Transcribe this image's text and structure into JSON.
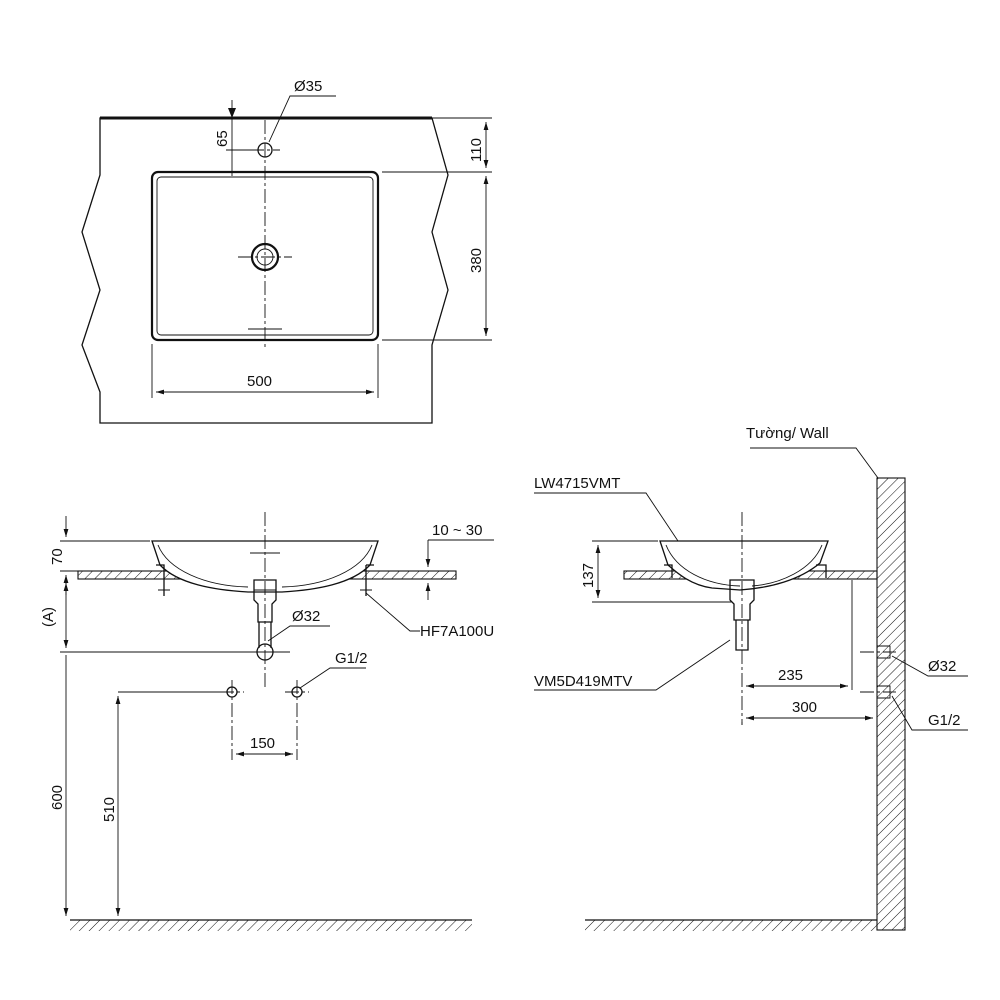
{
  "top_view": {
    "hole_diameter": "Ø35",
    "dim_hole_offset": "65",
    "dim_back_edge": "110",
    "dim_basin_depth": "380",
    "dim_basin_width": "500"
  },
  "front_view": {
    "dim_height_above": "70",
    "dim_counter_thickness": "10 ~ 30",
    "dim_a": "(A)",
    "trap_diameter": "Ø32",
    "waste_code": "HF7A100U",
    "supply_thread": "G1/2",
    "dim_supply_spacing": "150",
    "dim_counter_height": "600",
    "dim_supply_height": "510"
  },
  "side_view": {
    "wall_label": "Tường/ Wall",
    "basin_code": "LW4715VMT",
    "dim_height": "137",
    "trap_diameter": "Ø32",
    "valve_code": "VM5D419MTV",
    "dim_drain_to_wall": "235",
    "supply_thread": "G1/2",
    "dim_front_to_wall": "300"
  }
}
